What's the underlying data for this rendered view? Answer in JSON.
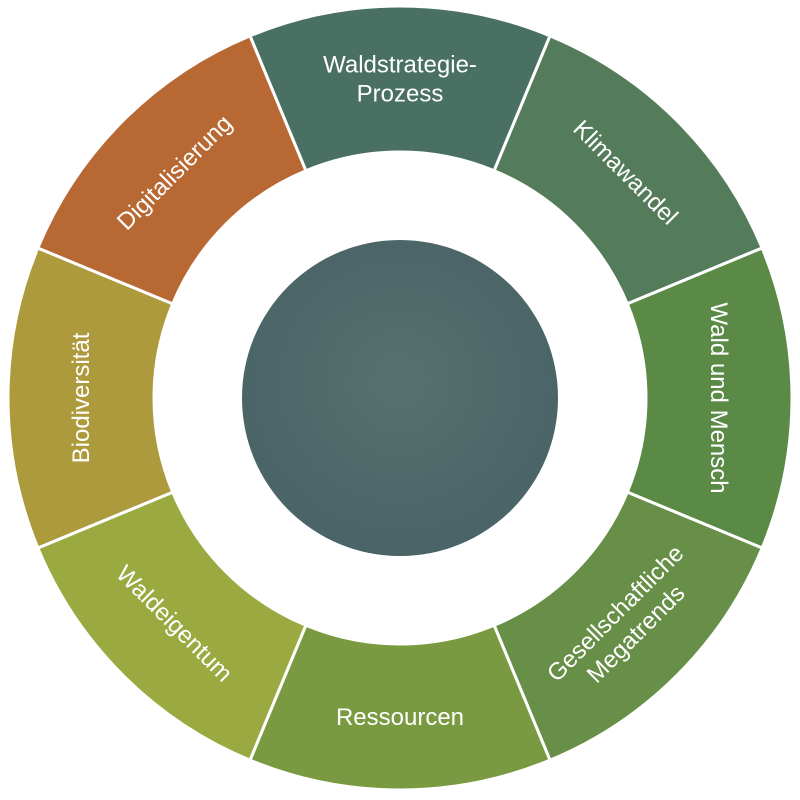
{
  "segments": [
    {
      "label_lines": [
        "Waldstrategie-",
        "Prozess"
      ],
      "color": "#4a7064",
      "name": "segment-waldstrategie-prozess"
    },
    {
      "label_lines": [
        "Klimawandel"
      ],
      "color": "#547c5a",
      "name": "segment-klimawandel"
    },
    {
      "label_lines": [
        "Wald und Mensch"
      ],
      "color": "#5b8a46",
      "name": "segment-wald-und-mensch"
    },
    {
      "label_lines": [
        "Gesellschaftliche",
        "Megatrends"
      ],
      "color": "#678f47",
      "name": "segment-gesellschaftliche-megatrends"
    },
    {
      "label_lines": [
        "Ressourcen"
      ],
      "color": "#7a9a42",
      "name": "segment-ressourcen"
    },
    {
      "label_lines": [
        "Waldeigentum"
      ],
      "color": "#9aa940",
      "name": "segment-waldeigentum"
    },
    {
      "label_lines": [
        "Biodiversität"
      ],
      "color": "#ad9a3c",
      "name": "segment-biodiversitaet"
    },
    {
      "label_lines": [
        "Digitalisierung"
      ],
      "color": "#b76833",
      "name": "segment-digitalisierung"
    }
  ],
  "center": {
    "color_inner": "#56716d",
    "color_outer": "#486266"
  },
  "separator_color": "#ffffff"
}
